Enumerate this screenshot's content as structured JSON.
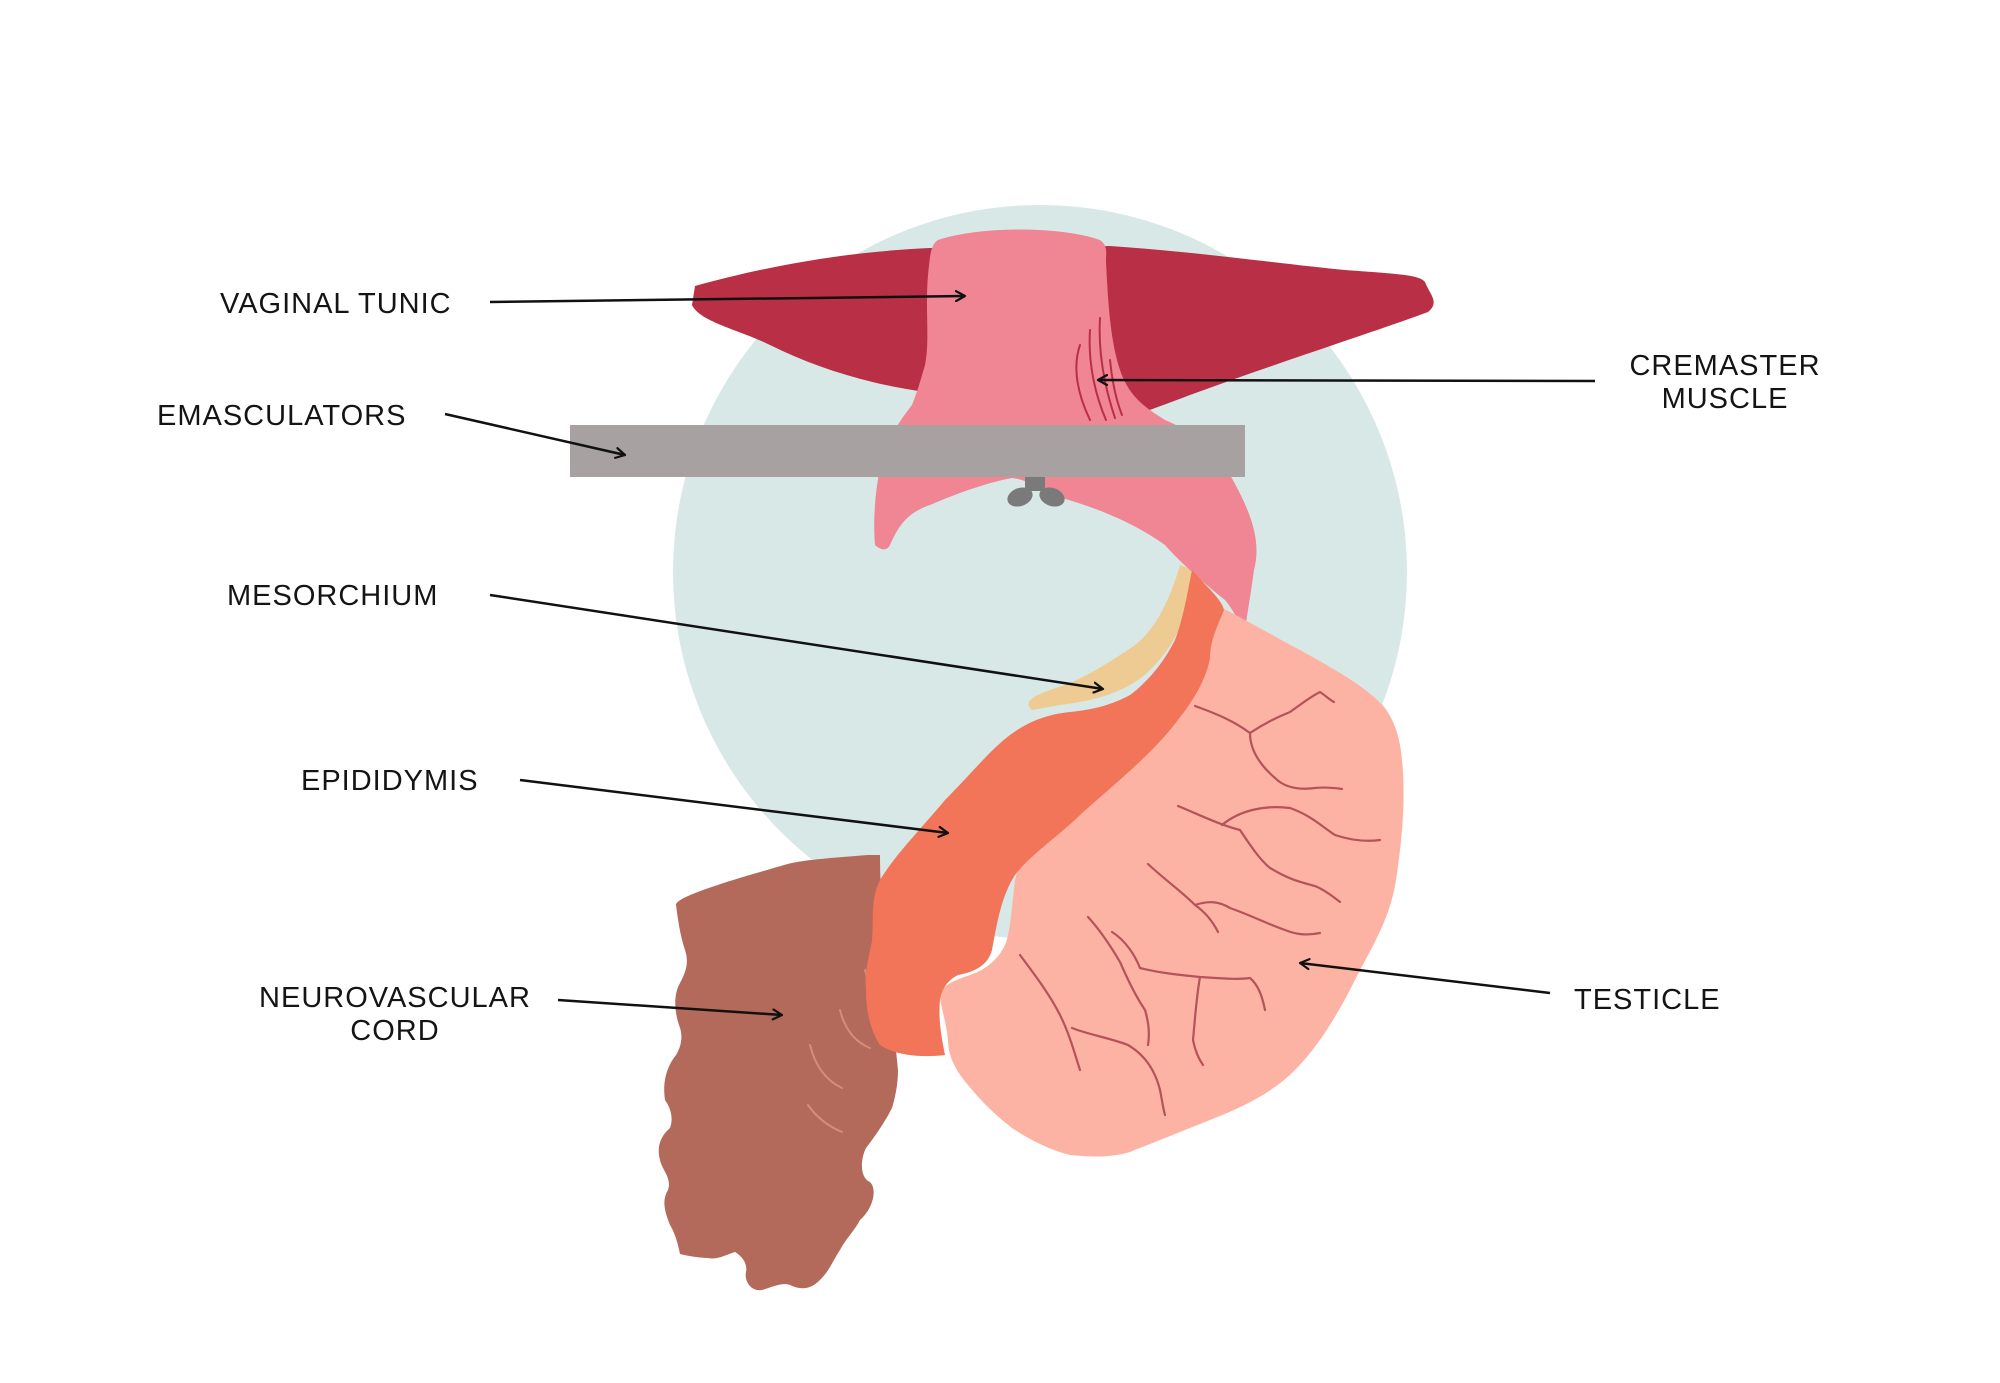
{
  "labels": {
    "vaginal_tunic": "VAGINAL TUNIC",
    "emasculators": "EMASCULATORS",
    "mesorchium": "MESORCHIUM",
    "epididymis": "EPIDIDYMIS",
    "neurovascular_cord": [
      "NEUROVASCULAR",
      "CORD"
    ],
    "cremaster_muscle": [
      "CREMASTER",
      "MUSCLE"
    ],
    "testicle": "TESTICLE"
  },
  "colors": {
    "background_circle": "#d8e8e7",
    "cremaster": "#b92f45",
    "tunic": "#f08594",
    "emasculator": "#a8a1a1",
    "clamp": "#7a7a7a",
    "mesorchium": "#eecb93",
    "epididymis": "#f27559",
    "testicle": "#fdb3a3",
    "vessels": "#b5525a",
    "cord": "#b46a5a",
    "cord_lines": "#d38d7c",
    "arrow": "#111111"
  }
}
